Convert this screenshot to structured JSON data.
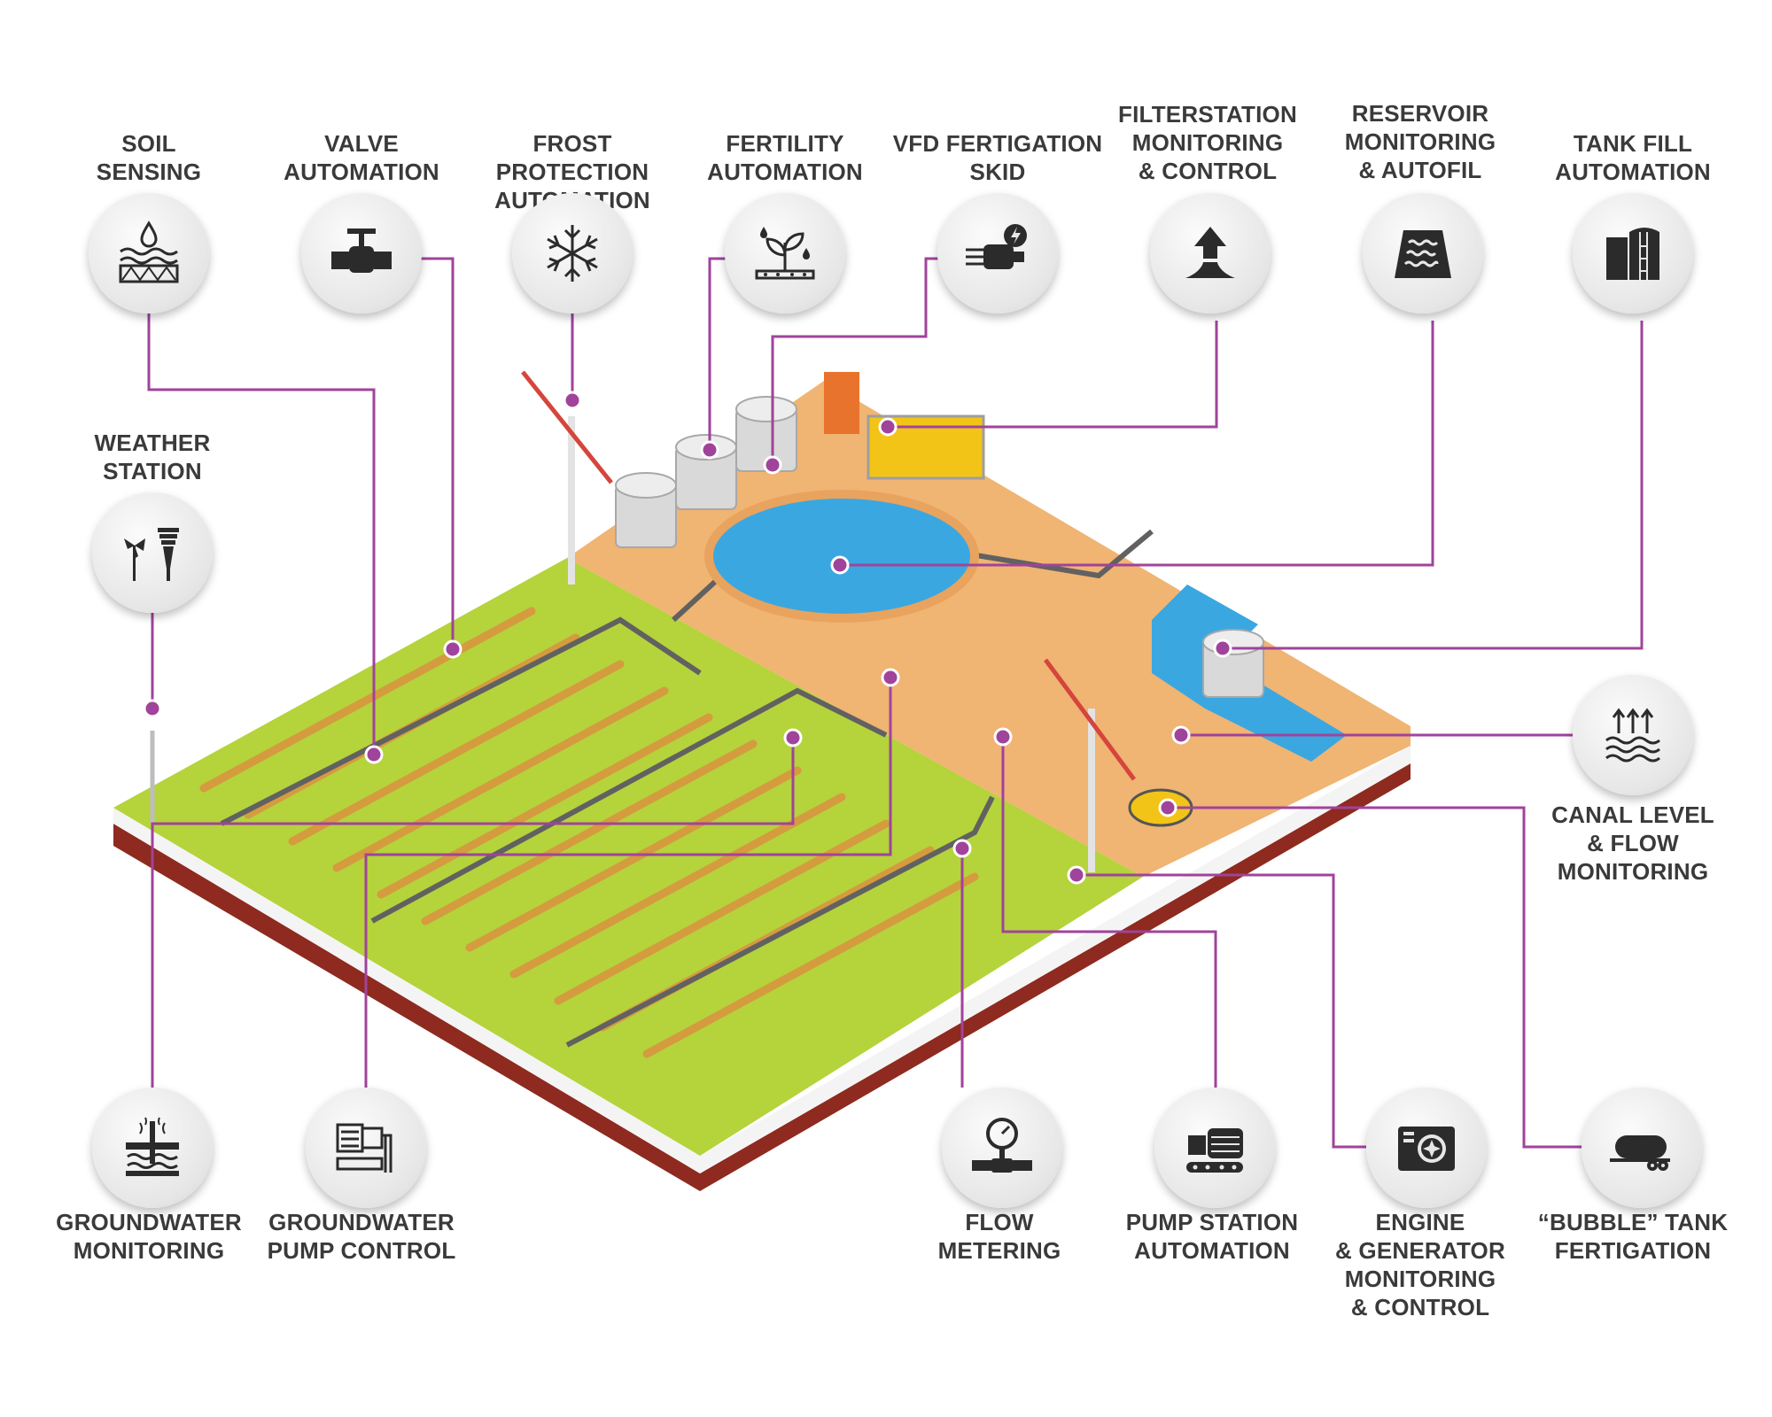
{
  "colors": {
    "connector": "#a0439b",
    "grass": "#b5d33b",
    "sand": "#f0b473",
    "water": "#3aa7e1",
    "soil_edge": "#8e2a1f",
    "icon": "#2b2b2b",
    "label": "#3a3a3a"
  },
  "callouts": [
    {
      "id": "soil",
      "icon": "soil-icon",
      "lines": [
        "SOIL",
        "SENSING"
      ]
    },
    {
      "id": "valve",
      "icon": "valve-icon",
      "lines": [
        "VALVE",
        "AUTOMATION"
      ]
    },
    {
      "id": "frost",
      "icon": "snowflake-icon",
      "lines": [
        "FROST PROTECTION",
        "AUTOMATION"
      ]
    },
    {
      "id": "fertility",
      "icon": "plant-icon",
      "lines": [
        "FERTILITY",
        "AUTOMATION"
      ]
    },
    {
      "id": "vfd",
      "icon": "vfd-motor-icon",
      "lines": [
        "VFD FERTIGATION",
        "SKID"
      ]
    },
    {
      "id": "filter",
      "icon": "filter-station-icon",
      "lines": [
        "FILTERSTATION",
        "MONITORING",
        "& CONTROL"
      ]
    },
    {
      "id": "reservoir",
      "icon": "reservoir-icon",
      "lines": [
        "RESERVOIR",
        "MONITORING",
        "& AUTOFIL"
      ]
    },
    {
      "id": "tankfill",
      "icon": "tank-icon",
      "lines": [
        "TANK FILL",
        "AUTOMATION"
      ]
    },
    {
      "id": "weather",
      "icon": "weather-station-icon",
      "lines": [
        "WEATHER",
        "STATION"
      ]
    },
    {
      "id": "canal",
      "icon": "canal-level-icon",
      "lines": [
        "CANAL LEVEL",
        "& FLOW",
        "MONITORING"
      ]
    },
    {
      "id": "groundwater",
      "icon": "groundwater-icon",
      "lines": [
        "GROUNDWATER",
        "MONITORING"
      ]
    },
    {
      "id": "gwpump",
      "icon": "pump-control-icon",
      "lines": [
        "GROUNDWATER",
        "PUMP CONTROL"
      ]
    },
    {
      "id": "flow",
      "icon": "flow-meter-icon",
      "lines": [
        "FLOW",
        "METERING"
      ]
    },
    {
      "id": "pumpstation",
      "icon": "pump-station-icon",
      "lines": [
        "PUMP STATION",
        "AUTOMATION"
      ]
    },
    {
      "id": "engine",
      "icon": "engine-generator-icon",
      "lines": [
        "ENGINE",
        "& GENERATOR",
        "MONITORING",
        "& CONTROL"
      ]
    },
    {
      "id": "bubble",
      "icon": "bubble-tank-icon",
      "lines": [
        "“BUBBLE” TANK",
        "FERTIGATION"
      ]
    }
  ]
}
